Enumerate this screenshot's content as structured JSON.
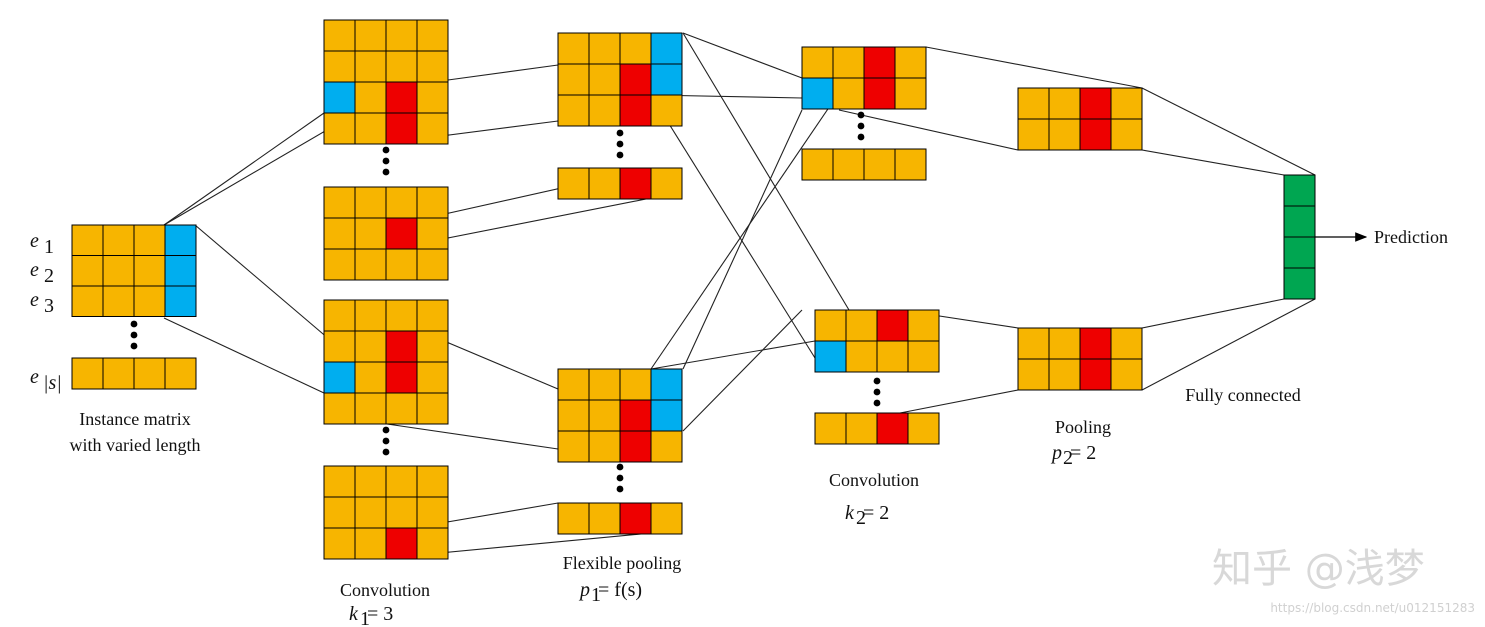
{
  "colors": {
    "cell": "#F7B500",
    "highlight": "#EE0000",
    "selected": "#00AEEF",
    "output": "#00A651",
    "stroke": "#000000",
    "line": "#222222"
  },
  "labels": {
    "embedding_rows": [
      "e",
      "e",
      "e"
    ],
    "embedding_subscripts": [
      "1",
      "2",
      "3"
    ],
    "last_embedding": "e",
    "last_embedding_subscript": "|s|",
    "instance_matrix": "Instance matrix",
    "varied_length": "with varied length",
    "convolution1": "Convolution",
    "k1": "k",
    "k1_sub": "1",
    "k1_value": " = 3",
    "flexible_pooling": "Flexible pooling",
    "p1": "p",
    "p1_sub": "1",
    "p1_value": " = f(s)",
    "convolution2": "Convolution",
    "k2": "k",
    "k2_sub": "2",
    "k2_value": " = 2",
    "pooling": "Pooling",
    "p2": "p",
    "p2_sub": "2",
    "p2_value": " = 2",
    "fully_connected": "Fully connected",
    "prediction": "Prediction"
  },
  "watermark": {
    "logo_text": "知乎 @浅梦",
    "url": "https://blog.csdn.net/u012151283"
  }
}
